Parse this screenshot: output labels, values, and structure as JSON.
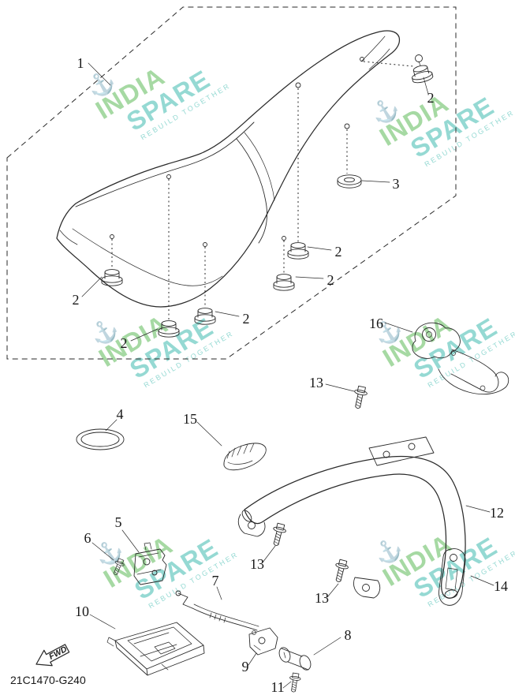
{
  "diagram": {
    "part_code": "21C1470-G240",
    "fwd_label": "FWD"
  },
  "watermark": {
    "brand_top": "INDIA",
    "brand_bottom": "SPARE",
    "tagline": "REBUILD TOGETHER",
    "anchor_icon": "⚓",
    "color_primary": "#4fb54a",
    "color_secondary": "#2eb5a8"
  },
  "callouts": [
    {
      "label": "1"
    },
    {
      "label": "2"
    },
    {
      "label": "3"
    },
    {
      "label": "2"
    },
    {
      "label": "2"
    },
    {
      "label": "2"
    },
    {
      "label": "2"
    },
    {
      "label": "2"
    },
    {
      "label": "16"
    },
    {
      "label": "4"
    },
    {
      "label": "15"
    },
    {
      "label": "13"
    },
    {
      "label": "12"
    },
    {
      "label": "5"
    },
    {
      "label": "6"
    },
    {
      "label": "13"
    },
    {
      "label": "7"
    },
    {
      "label": "13"
    },
    {
      "label": "14"
    },
    {
      "label": "10"
    },
    {
      "label": "8"
    },
    {
      "label": "9"
    },
    {
      "label": "11"
    }
  ]
}
